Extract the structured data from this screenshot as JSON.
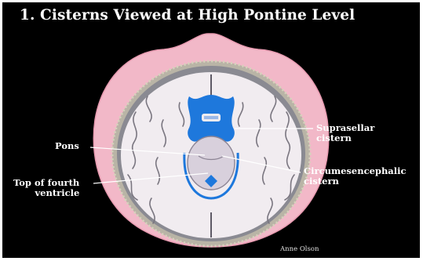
{
  "title": "1. Cisterns Viewed at High Pontine Level",
  "labels": {
    "pons": "Pons",
    "fourth_ventricle": [
      "Top of fourth",
      "ventricle"
    ],
    "suprasellar": [
      "Suprasellar",
      "cistern"
    ],
    "circumesencephalic": [
      "Circumesencephalic",
      "cistern"
    ]
  },
  "credit": "Anne Olson",
  "colors": {
    "background": "#000000",
    "scalp": "#f2b8c8",
    "brain": "#f1ecf0",
    "cistern": "#1e78dc",
    "text": "#ffffff"
  }
}
